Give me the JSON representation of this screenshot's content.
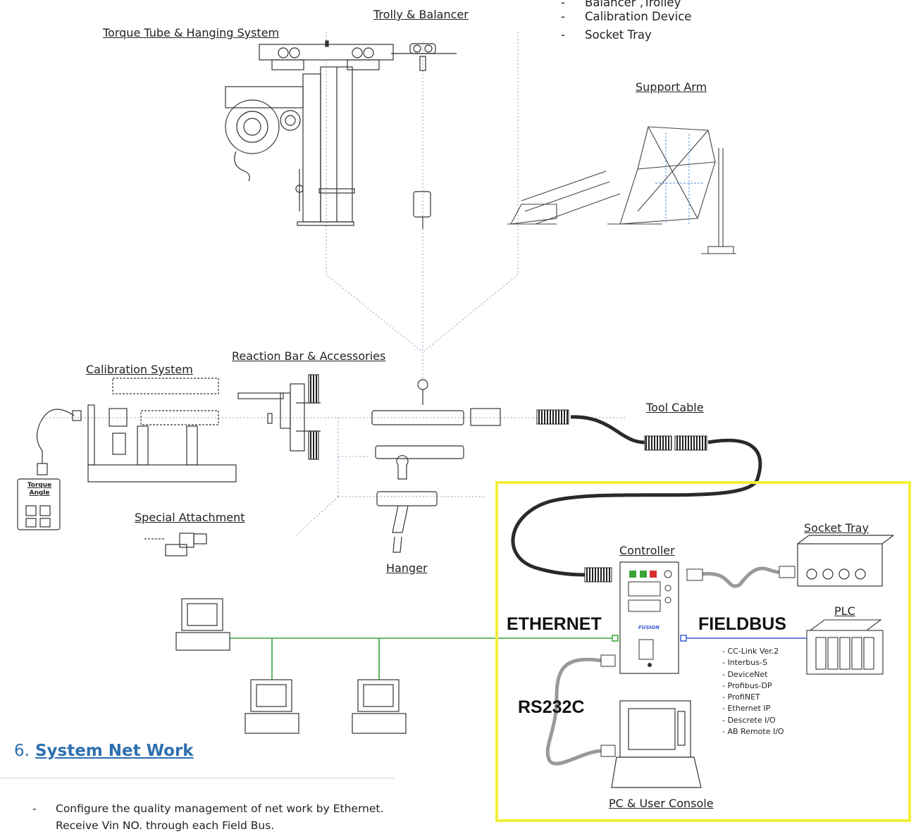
{
  "top_list": [
    "Balancer ,Trolley",
    "Calibration Device",
    "Socket Tray"
  ],
  "labels": {
    "trolly": "Trolly & Balancer",
    "torque_tube": "Torque Tube & Hanging System",
    "support_arm": "Support Arm",
    "calibration_system": "Calibration System",
    "reaction_bar": "Reaction Bar & Accessories",
    "tool_cable": "Tool Cable",
    "special_attachment": "Special Attachment",
    "hanger": "Hanger",
    "socket_tray": "Socket Tray",
    "controller": "Controller",
    "plc": "PLC",
    "pc_console": "PC & User Console"
  },
  "network_labels": {
    "ethernet": "ETHERNET",
    "fieldbus": "FIELDBUS",
    "rs232c": "RS232C"
  },
  "fieldbus_list": [
    "- CC-Link Ver.2",
    "- Interbus-S",
    "- DeviceNet",
    "- Profibus-DP",
    "- ProfiNET",
    "- Ethernet IP",
    "- Descrete I/O",
    "- AB Remote I/O"
  ],
  "meter": {
    "line1": "Torque",
    "line2": "Angle"
  },
  "controller_face": {
    "brand": "FUSION"
  },
  "section": {
    "number": "6.",
    "title": "System Net Work"
  },
  "notes": [
    "Configure the quality  management of net work by Ethernet.",
    "Receive Vin NO. through each Field Bus."
  ],
  "colors": {
    "highlight": "#f0ef3a",
    "ethernet_line": "#3aa63a",
    "fieldbus_line": "#3a5bd0",
    "section_title": "#2e6fb0"
  }
}
